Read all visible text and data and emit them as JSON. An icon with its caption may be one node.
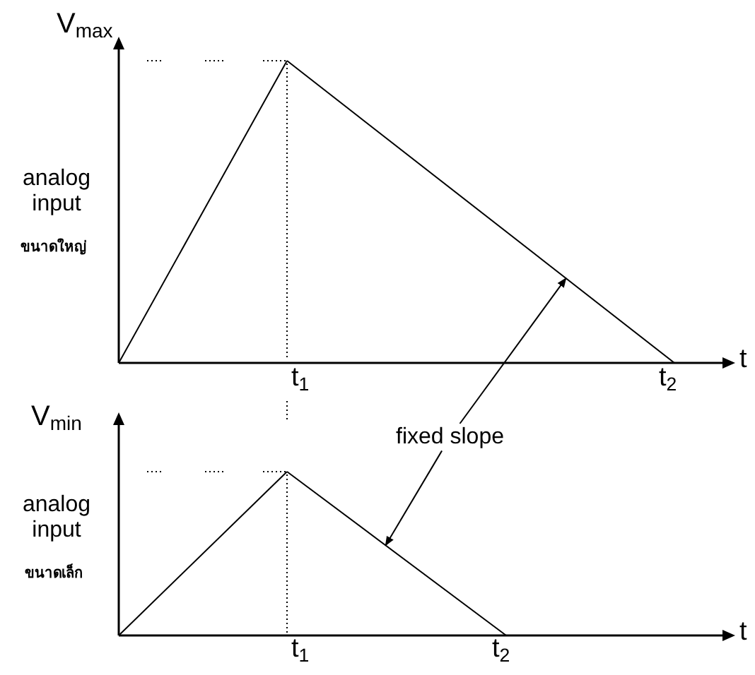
{
  "diagram": {
    "nodes": [
      {
        "text": [
          "fixed slope"
        ]
      },
      {
        "text": [],
        "shape": "line"
      },
      {
        "text": [],
        "shape": "line"
      }
    ],
    "edges": [
      {
        "from": 0,
        "to": 1,
        "arrow": "to"
      },
      {
        "from": 0,
        "to": 2,
        "arrow": "to"
      }
    ],
    "labels": [
      "V$_{max}$",
      "analog input",
      "ขนาดใหญ่",
      "t$_{1}$",
      "t$_{2}$",
      "t",
      "V$_{min}$",
      "analog input",
      "ขนาดเล็ก",
      "t$_{1}$",
      "t$_{2}$",
      "t"
    ]
  }
}
